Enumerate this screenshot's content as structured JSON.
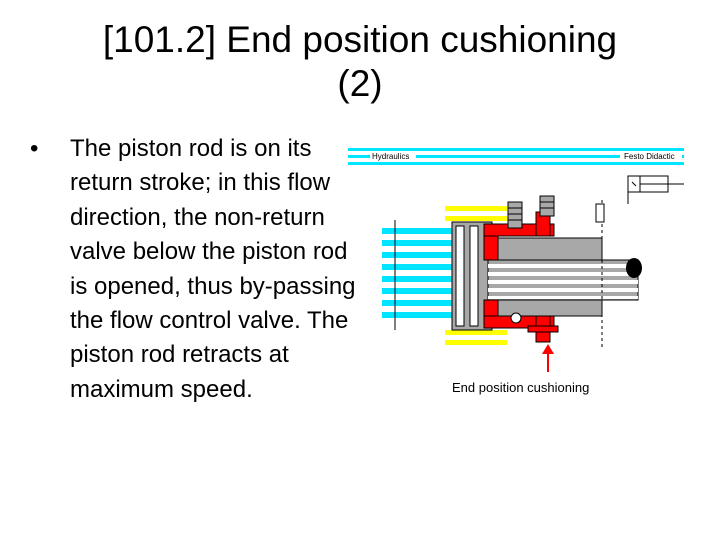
{
  "slide": {
    "title_line1": "[101.2] End position cushioning",
    "title_line2": "(2)",
    "bullet_text": "The piston rod is on its return stroke; in this flow direction, the non-return valve below the piston rod is opened, thus by-passing the flow control valve. The piston rod retracts at maximum speed."
  },
  "figure": {
    "header_left": "Hydraulics",
    "header_right": "Festo Didactic",
    "caption": "End position cushioning",
    "colors": {
      "pressure": "#ff0000",
      "return_flow": "#00e5ff",
      "tank": "#ffff00",
      "metal": "#a8a8a8",
      "outline": "#000000"
    }
  }
}
